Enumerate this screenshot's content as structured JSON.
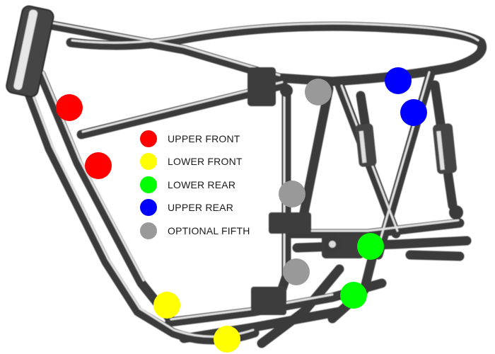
{
  "legend": {
    "upper_front": {
      "label": "UPPER FRONT",
      "color": "#ff0000"
    },
    "lower_front": {
      "label": "LOWER FRONT",
      "color": "#ffff00"
    },
    "lower_rear": {
      "label": "LOWER REAR",
      "color": "#00ff00"
    },
    "upper_rear": {
      "label": "UPPER REAR",
      "color": "#0000ff"
    },
    "optional_fifth": {
      "label": "OPTIONAL FIFTH",
      "color": "#999999"
    }
  },
  "mount_points": [
    {
      "group": "upper_front"
    },
    {
      "group": "upper_front"
    },
    {
      "group": "lower_front"
    },
    {
      "group": "lower_front"
    },
    {
      "group": "lower_rear"
    },
    {
      "group": "lower_rear"
    },
    {
      "group": "upper_rear"
    },
    {
      "group": "upper_rear"
    },
    {
      "group": "optional_fifth"
    },
    {
      "group": "optional_fifth"
    },
    {
      "group": "optional_fifth"
    }
  ],
  "frame": {
    "tube_color": "#3c3c3c",
    "highlight_color": "#d8d8d8"
  }
}
